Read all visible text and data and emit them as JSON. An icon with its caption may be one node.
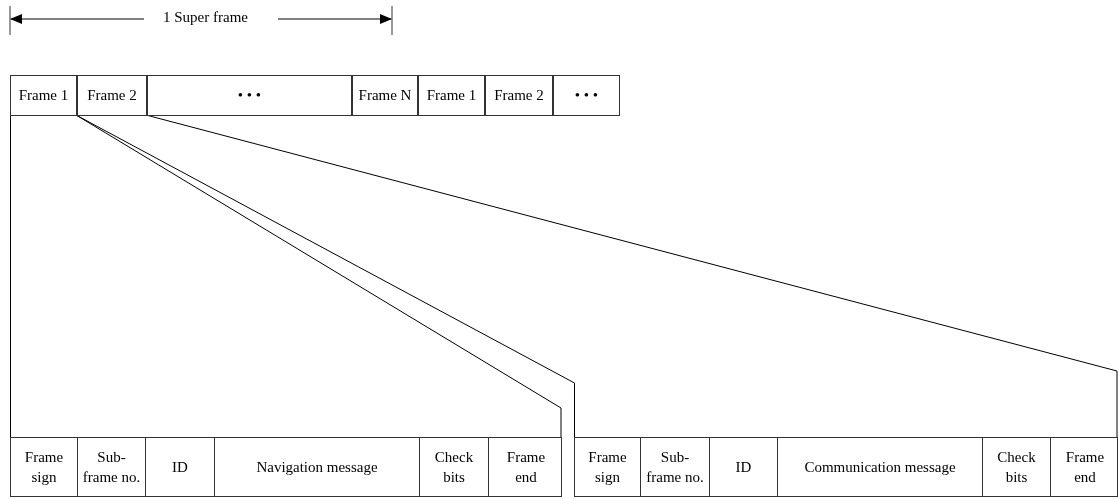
{
  "diagram": {
    "nodes": [
      {
        "text": [
          "Frame 1"
        ]
      },
      {
        "text": [
          "Frame 2"
        ]
      },
      {
        "text": [
          "• • •"
        ]
      },
      {
        "text": [
          "Frame N"
        ]
      },
      {
        "text": [
          "Frame 1"
        ]
      },
      {
        "text": [
          "Frame 2"
        ]
      },
      {
        "text": [
          "• • •"
        ]
      },
      {
        "text": [],
        "shape": "box"
      },
      {
        "text": [
          "Frame sign"
        ],
        "in": 7
      },
      {
        "text": [
          "Sub-frame no."
        ],
        "in": 7
      },
      {
        "text": [
          "ID"
        ],
        "in": 7
      },
      {
        "text": [
          "Navigation message"
        ],
        "in": 7
      },
      {
        "text": [
          "Check bits"
        ],
        "in": 7
      },
      {
        "text": [
          "Frame end"
        ],
        "in": 7
      },
      {
        "text": [],
        "shape": "box"
      },
      {
        "text": [
          "Frame sign"
        ],
        "in": 14
      },
      {
        "text": [
          "Sub-frame no."
        ],
        "in": 14
      },
      {
        "text": [
          "ID"
        ],
        "in": 14
      },
      {
        "text": [
          "Communication message"
        ],
        "in": 14
      },
      {
        "text": [
          "Check bits"
        ],
        "in": 14
      },
      {
        "text": [
          "Frame end"
        ],
        "in": 14
      }
    ],
    "edges": [
      {
        "from": 0,
        "to": 7,
        "arrow": "none"
      },
      {
        "from": 0,
        "to": 7,
        "arrow": "none"
      },
      {
        "from": 0,
        "to": 14,
        "arrow": "none"
      },
      {
        "from": 1,
        "to": 14,
        "arrow": "none"
      }
    ],
    "labels": [
      "1 Super frame"
    ]
  }
}
